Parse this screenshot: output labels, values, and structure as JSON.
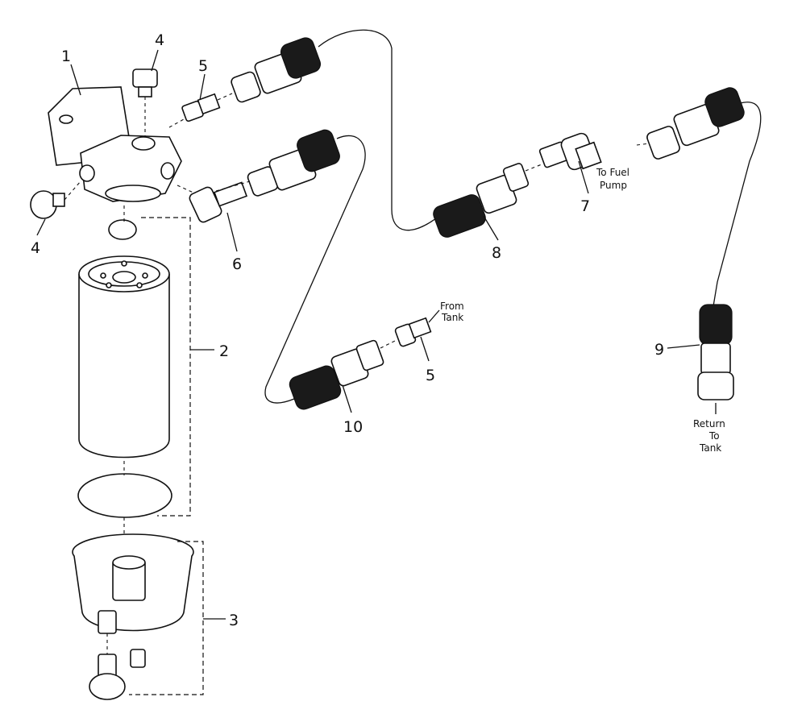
{
  "part_numbers": {
    "p1": "1",
    "p2": "2",
    "p3": "3",
    "p4a": "4",
    "p4b": "4",
    "p5a": "5",
    "p5b": "5",
    "p6": "6",
    "p7": "7",
    "p8": "8",
    "p9": "9",
    "p10": "10"
  },
  "captions": {
    "to_fuel_pump": [
      "To Fuel",
      "Pump"
    ],
    "from_tank": [
      "From",
      "Tank"
    ],
    "return_to_tank": [
      "Return",
      "To",
      "Tank"
    ]
  }
}
